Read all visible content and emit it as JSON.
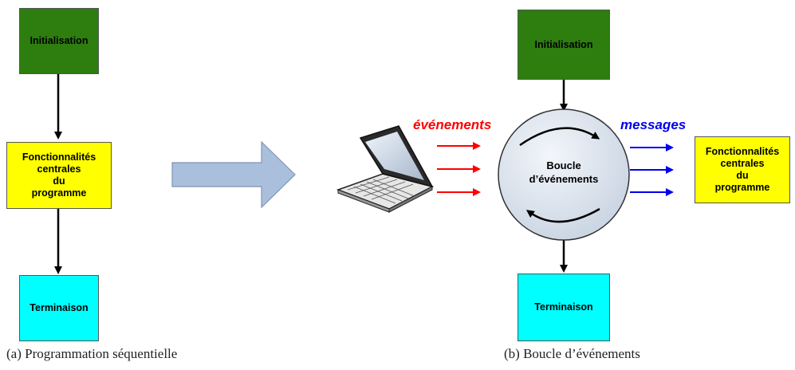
{
  "panel_a": {
    "box_init": "Initialisation",
    "box_core": "Fonctionnalités\ncentrales\ndu\nprogramme",
    "box_term": "Terminaison",
    "caption": "(a)  Programmation séquentielle"
  },
  "panel_b": {
    "box_init": "Initialisation",
    "loop_label": "Boucle\nd’événements",
    "events_label": "événements",
    "messages_label": "messages",
    "box_core": "Fonctionnalités\ncentrales\ndu\nprogramme",
    "box_term": "Terminaison",
    "caption": "(b)  Boucle d’événements"
  },
  "colors": {
    "init_green": "#2e7d0f",
    "core_yellow": "#ffff00",
    "term_cyan": "#00ffff",
    "events_red": "#ff0000",
    "messages_blue": "#0000ee",
    "transition_arrow": "#a9bfdc",
    "loop_circle": "#dde5ef"
  },
  "icons": {
    "device": "laptop-icon"
  }
}
